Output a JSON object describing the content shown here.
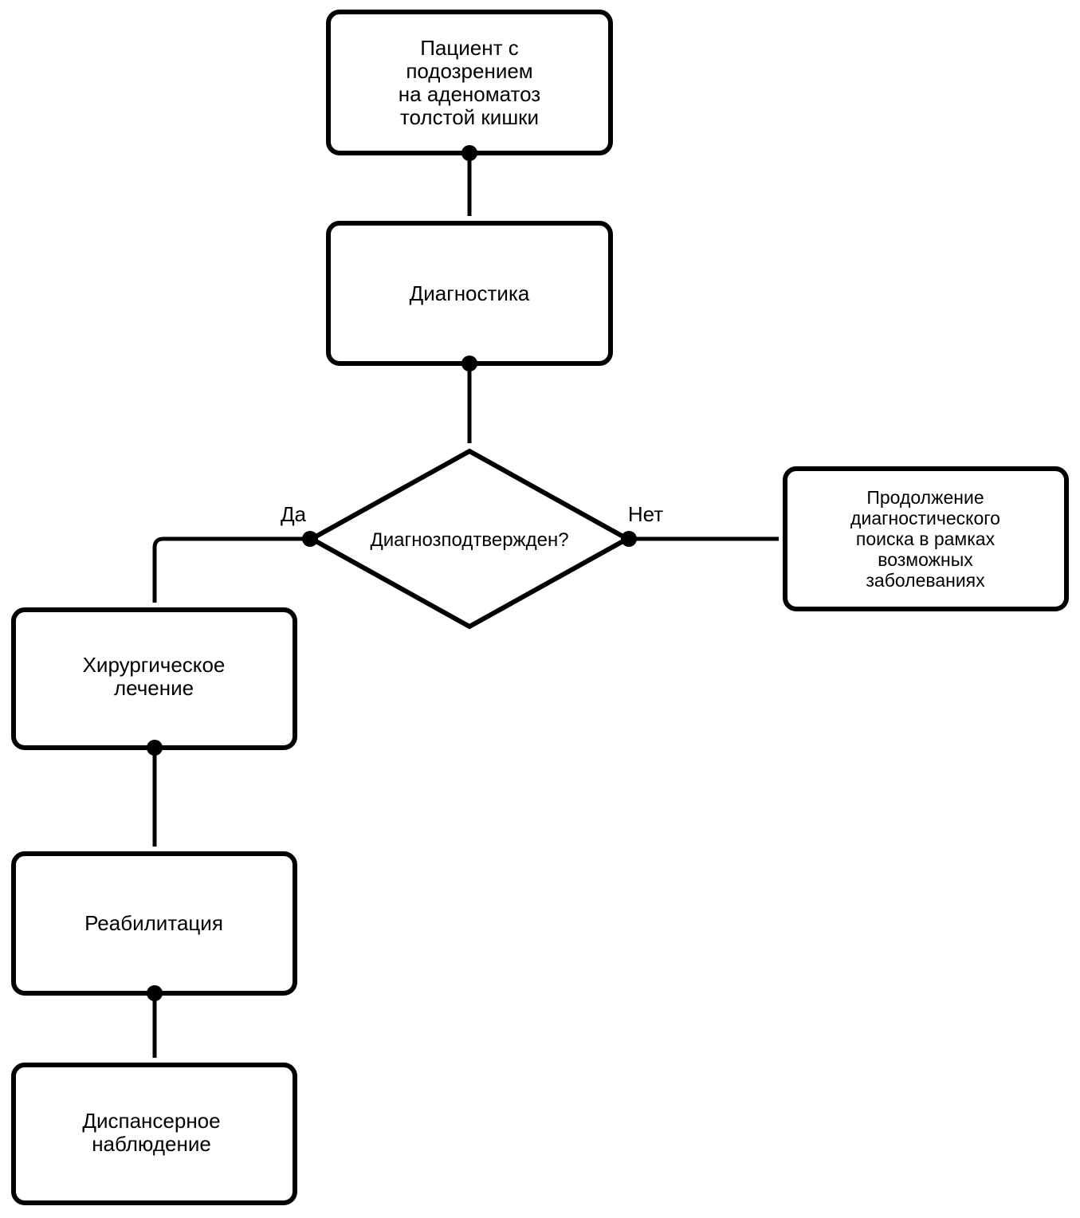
{
  "nodes": {
    "patient": {
      "lines": [
        "Пациент с",
        "подозрением",
        "на аденоматоз",
        "толстой кишки"
      ]
    },
    "diagnostics": {
      "lines": [
        "Диагностика"
      ]
    },
    "decision": {
      "lines": [
        "Диагнозподтвержден?"
      ]
    },
    "continue_search": {
      "lines": [
        "Продолжение",
        "диагностического",
        "поиска в рамках",
        "возможных",
        "заболеваниях"
      ]
    },
    "surgery": {
      "lines": [
        "Хирургическое",
        "лечение"
      ]
    },
    "rehab": {
      "lines": [
        "Реабилитация"
      ]
    },
    "dispensary": {
      "lines": [
        "Диспансерное",
        "наблюдение"
      ]
    }
  },
  "edges": {
    "yes_label": "Да",
    "no_label": "Нет"
  }
}
